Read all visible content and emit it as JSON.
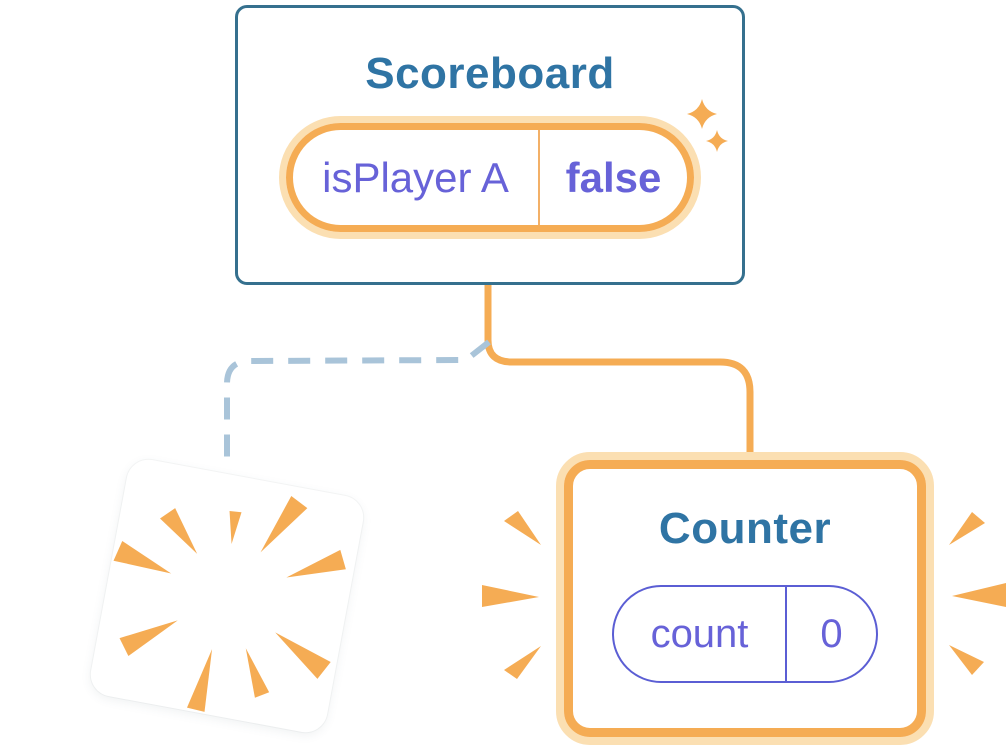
{
  "scoreboard": {
    "title": "Scoreboard",
    "state": {
      "name": "isPlayer A",
      "value": "false"
    }
  },
  "counter": {
    "title": "Counter",
    "state": {
      "name": "count",
      "value": "0"
    }
  },
  "icons": {
    "sparkle": "✦",
    "poof_burst": "radial orange rays",
    "emphasis_burst": "orange wedge marks"
  },
  "colors": {
    "background": "#FFFFFF",
    "card_border_blue": "#35708E",
    "title_blue": "#2F74A4",
    "orange": "#F5AC54",
    "orange_glow": "#FBDFB2",
    "orange_divider": "#F3B067",
    "purple": "#6762D8",
    "pill_border_purple": "#5B5ED4",
    "dash_blue": "#A9C4D9",
    "card_white": "#FFFFFF"
  }
}
